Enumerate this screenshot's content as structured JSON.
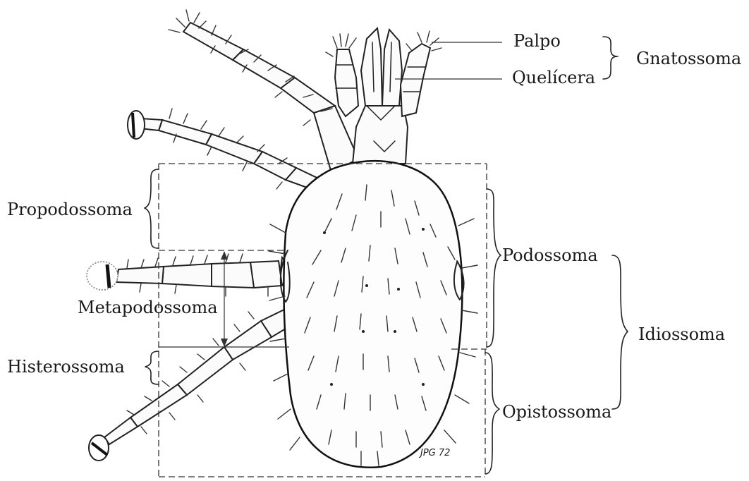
{
  "labels": {
    "palpo": "Palpo",
    "quelicera": "Quelícera",
    "gnatossoma": "Gnatossoma",
    "propodossoma": "Propodossoma",
    "podossoma": "Podossoma",
    "metapodossoma": "Metapodossoma",
    "idiossoma": "Idiossoma",
    "histerossoma": "Histerossoma",
    "opistossoma": "Opistossoma"
  },
  "signature": "JPG 72"
}
